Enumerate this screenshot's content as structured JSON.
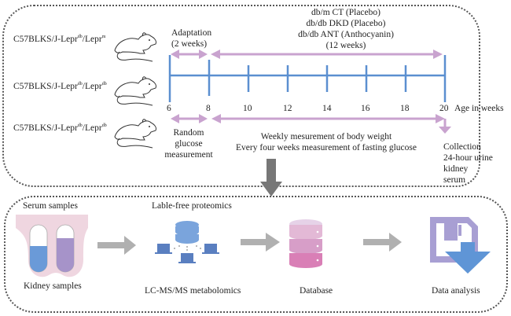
{
  "strains": [
    {
      "base": "C57BLKS/J-Lepr",
      "sup1": "db",
      "mid": "/Lepr",
      "sup2": "m"
    },
    {
      "base": "C57BLKS/J-Lepr",
      "sup1": "db",
      "mid": "/Lepr",
      "sup2": "db"
    },
    {
      "base": "C57BLKS/J-Lepr",
      "sup1": "db",
      "mid": "/Lepr",
      "sup2": "db"
    }
  ],
  "adaptation": {
    "line1": "Adaptation",
    "line2": "(2 weeks)"
  },
  "groups": [
    "db/m CT (Placebo)",
    "db/db DKD (Placebo)",
    "db/db ANT (Anthocyanin)",
    "(12 weeks)"
  ],
  "timeline": {
    "ticks": [
      "6",
      "8",
      "10",
      "12",
      "14",
      "16",
      "18",
      "20"
    ],
    "axis_label": "Age in weeks"
  },
  "random_glucose": [
    "Random",
    "glucose",
    "measurement"
  ],
  "weekly": [
    "Weekly mesurement of body weight",
    "Every four weeks measurement of fasting glucose"
  ],
  "collection": [
    "Collection",
    "24-hour urine",
    "kidney",
    "serum"
  ],
  "bottom": {
    "serum_label": "Serum samples",
    "kidney_label": "Kidney samples",
    "proteomics_label": "Lable-free proteomics",
    "metabolomics_label": "LC-MS/MS metabolomics",
    "database_label": "Database",
    "analysis_label": "Data analysis"
  },
  "colors": {
    "timeline": "#5b8fd0",
    "arrow": "#c9a3cf",
    "gray_arrow": "#a9a9a9",
    "tube_bg": "#f0d9e2",
    "blue_liquid": "#6a9ad8",
    "purple_liquid": "#a693c9"
  }
}
